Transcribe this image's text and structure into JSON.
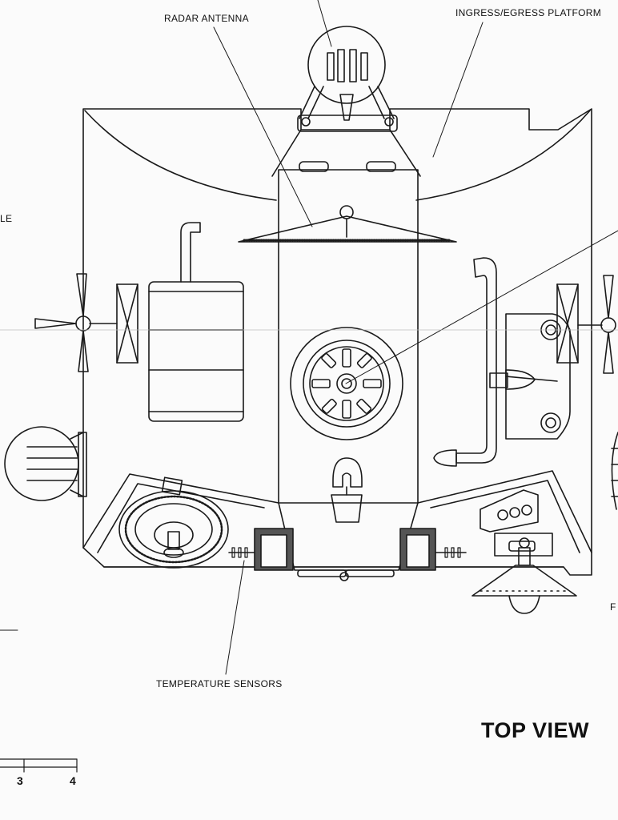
{
  "labels": {
    "radar_antenna": "RADAR ANTENNA",
    "ingress_platform": "INGRESS/EGRESS PLATFORM",
    "temperature_sensors": "TEMPERATURE SENSORS",
    "left_cut_label": "LE",
    "right_cut_label": "F",
    "view_title": "TOP VIEW"
  },
  "scale_bar": {
    "ticks": [
      "3",
      "4"
    ]
  },
  "colors": {
    "line": "#1a1a1a",
    "paper": "#fbfbfb",
    "shade": "#555555"
  }
}
